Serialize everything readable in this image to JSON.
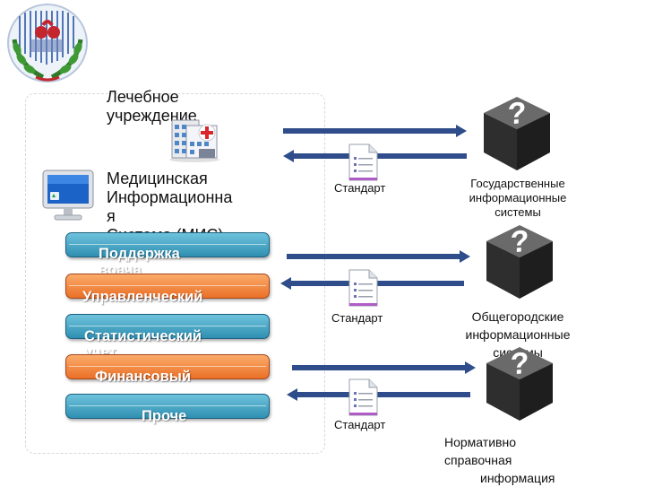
{
  "institution": {
    "title": "Лечебное учреждение"
  },
  "mis": {
    "title_lines": [
      "Медицинская",
      "Информационна",
      "я",
      "Система (МИС)"
    ]
  },
  "modules": [
    {
      "label": "Поддержка врача",
      "lines": [
        "Поддержка",
        "врача"
      ],
      "color": "#46a9c9"
    },
    {
      "label": "Управленческий",
      "lines": [
        "Управленческий"
      ],
      "color": "#f58a3f"
    },
    {
      "label": "Статистический учет",
      "lines": [
        "Статистический",
        "учет"
      ],
      "color": "#46a9c9"
    },
    {
      "label": "Финансовый",
      "lines": [
        "Финансовый"
      ],
      "color": "#f58a3f"
    },
    {
      "label": "Проче",
      "lines": [
        "Проче"
      ],
      "color": "#46a9c9"
    }
  ],
  "exchanges": [
    {
      "standard_label": "Стандарт",
      "system_lines": [
        "Государственные",
        "информационные",
        "системы"
      ]
    },
    {
      "standard_label": "Стандарт",
      "system_lines": [
        "Общегородские",
        "информационные",
        "системы"
      ]
    },
    {
      "standard_label": "Стандарт",
      "system_lines": [
        "Нормативно",
        "справочная",
        "информация"
      ]
    }
  ],
  "colors": {
    "arrow": "#2e4d8a",
    "cube": "#3a3a3a",
    "blue_module": "#46a9c9",
    "orange_module": "#f58a3f"
  }
}
